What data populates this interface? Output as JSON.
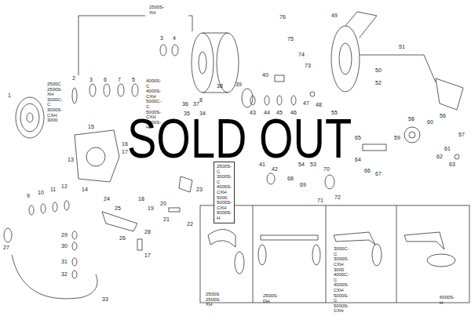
{
  "diagram": {
    "nodes": [
      {
        "text": [
          "2500S-XH"
        ]
      },
      {
        "text": [
          "2500C 2500S-XH 3000C-C 3000S-CXH 3000"
        ]
      },
      {
        "text": [
          "4000S-C 4000S-CXH 5000C-C 5000S-CXH 5000S-H"
        ]
      },
      {
        "text": [
          "2500S-C 3000S-C 4000S-CXH 5000 5000S-CXH 6000S-H"
        ]
      },
      {
        "text": [
          "2500S 2500S-XH"
        ]
      },
      {
        "text": [
          "2500S-DH"
        ]
      },
      {
        "text": [
          "3000C-C 3000S-CXH 3000 4000C-C 4000S-CXH 5000S-C 5000S-CXH"
        ]
      },
      {
        "text": [
          "6000S-H"
        ]
      }
    ],
    "labels": [
      "SOLD OUT",
      "1",
      "2",
      "3",
      "4",
      "3",
      "6",
      "7",
      "5",
      "8",
      "9",
      "10",
      "11",
      "12",
      "13",
      "14",
      "15",
      "16",
      "17",
      "18",
      "19",
      "20",
      "21",
      "22",
      "23",
      "24",
      "25",
      "26",
      "27",
      "28",
      "17",
      "29",
      "30",
      "31",
      "32",
      "33",
      "34",
      "35",
      "36",
      "37",
      "38",
      "39",
      "40",
      "41",
      "42",
      "43",
      "44",
      "45",
      "46",
      "47",
      "48",
      "49",
      "50",
      "51",
      "52",
      "53",
      "54",
      "55",
      "56",
      "57",
      "58",
      "59",
      "60",
      "61",
      "62",
      "63",
      "64",
      "65",
      "66",
      "67",
      "68",
      "69",
      "70",
      "71",
      "72",
      "73",
      "74",
      "75",
      "76"
    ]
  }
}
